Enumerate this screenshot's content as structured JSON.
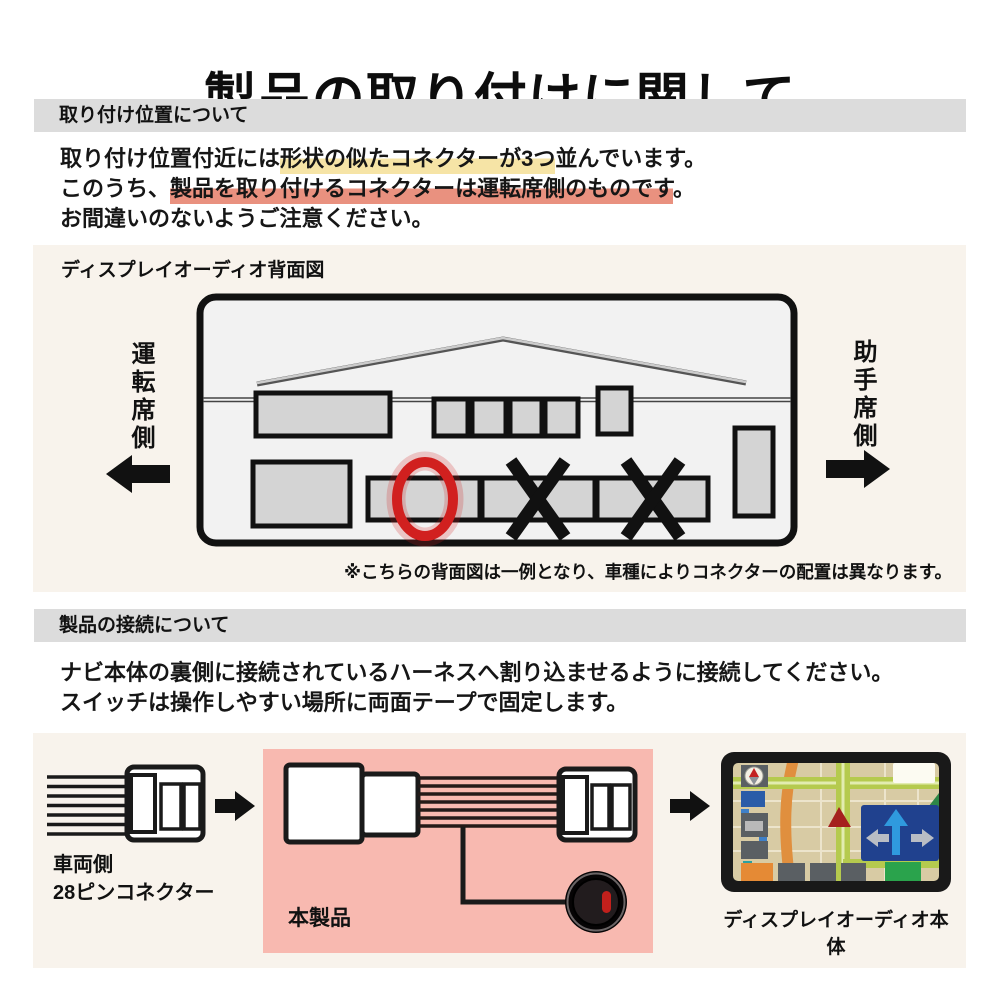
{
  "page": {
    "title": "製品の取り付けに関して"
  },
  "colors": {
    "section_bar_bg": "#dcdcdc",
    "panel_bg": "#f8f3ec",
    "highlight_yellow": "#f6e4a6",
    "highlight_red": "#e9917f",
    "accent_red_circle": "#d1201f",
    "pink_box_bg": "#f8b9b0",
    "connector_gray": "#d4d4d4"
  },
  "install_position": {
    "header": "取り付け位置について",
    "line1": {
      "pre": "取り付け位置付近には",
      "highlight": "形状の似たコネクターが3つ",
      "post": "並んでいます。"
    },
    "line2": {
      "pre": "このうち、",
      "highlight": "製品を取り付けるコネクターは運転席側のものです",
      "post": "。"
    },
    "line3": "お間違いのないようご注意ください。",
    "diagram": {
      "title": "ディスプレイオーディオ背面図",
      "left_label": "運転席側",
      "right_label": "助手席側",
      "note": "※こちらの背面図は一例となり、車種によりコネクターの配置は異なります。"
    }
  },
  "connection": {
    "header": "製品の接続について",
    "line1": "ナビ本体の裏側に接続されているハーネスへ割り込ませるように接続してください。",
    "line2": "スイッチは操作しやすい場所に両面テープで固定します。",
    "diagram": {
      "vehicle_label_line1": "車両側",
      "vehicle_label_line2": "28ピンコネクター",
      "product_label": "本製品",
      "head_unit_label": "ディスプレイオーディオ本体"
    }
  }
}
